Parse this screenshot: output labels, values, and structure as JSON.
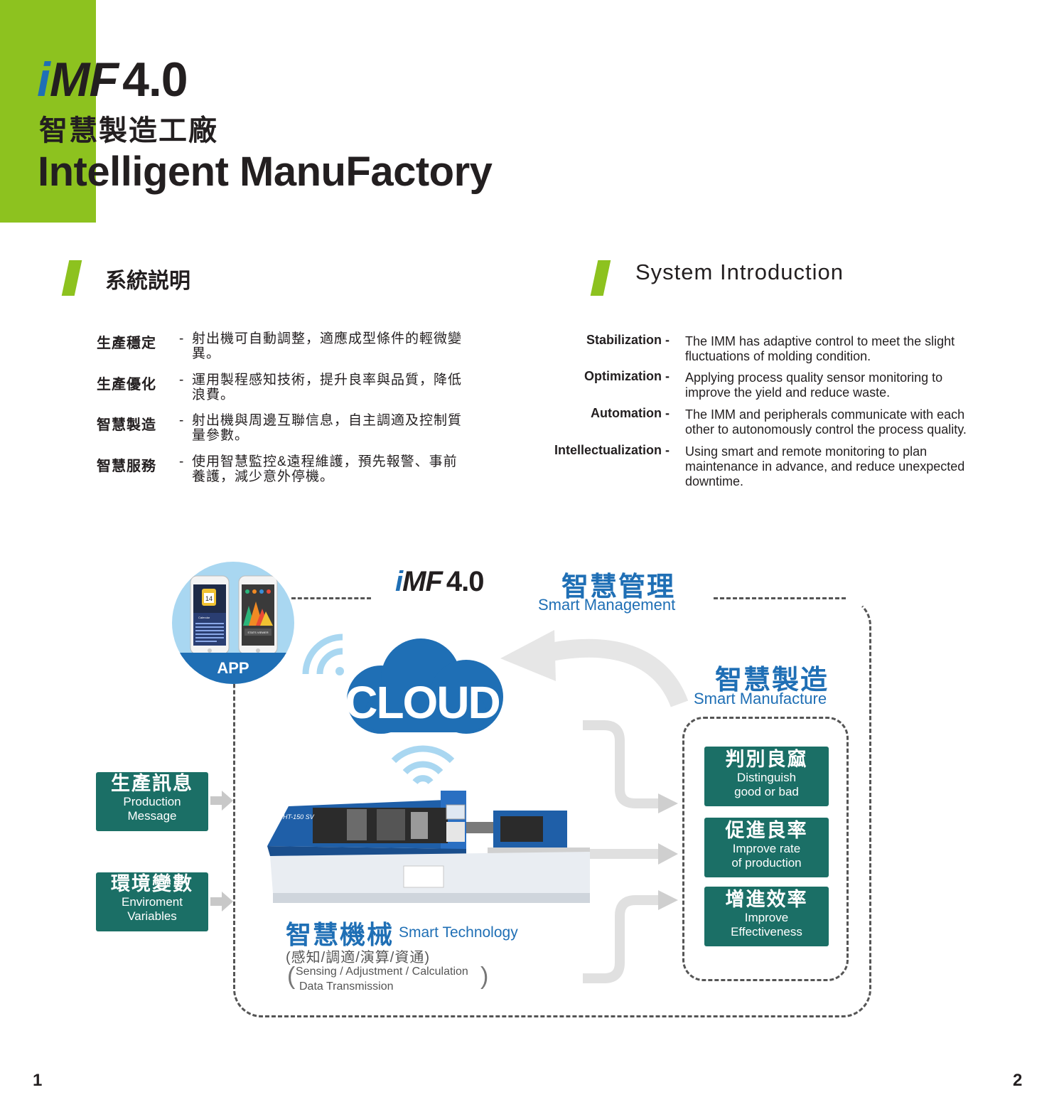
{
  "header": {
    "logo_i": "i",
    "logo_mf": "MF",
    "logo_version": "4.0",
    "title_zh": "智慧製造工廠",
    "title_en": "Intelligent ManuFactory"
  },
  "sections": {
    "zh_heading": "系統説明",
    "en_heading": "System Introduction"
  },
  "zh_items": [
    {
      "term": "生產穩定",
      "dash": "-",
      "text": "射出機可自動調整，適應成型條件的輕微變異。"
    },
    {
      "term": "生產優化",
      "dash": "-",
      "text": "運用製程感知技術，提升良率與品質，降低浪費。"
    },
    {
      "term": "智慧製造",
      "dash": "-",
      "text": "射出機與周邊互聯信息，自主調適及控制質量參數。"
    },
    {
      "term": "智慧服務",
      "dash": "-",
      "text": "使用智慧監控&遠程維護，預先報警、事前養護，減少意外停機。"
    }
  ],
  "en_items": [
    {
      "term": "Stabilization -",
      "text": "The IMM has adaptive control to meet the slight fluctuations of molding condition."
    },
    {
      "term": "Optimization -",
      "text": "Applying process quality sensor monitoring to improve the yield and reduce waste."
    },
    {
      "term": "Automation -",
      "text": "The IMM and peripherals communicate with each other to autonomously control the process quality."
    },
    {
      "term": "Intellectualization -",
      "text": "Using smart and remote monitoring to plan maintenance in advance, and reduce unexpected downtime."
    }
  ],
  "diagram": {
    "app_label": "APP",
    "phone_calendar_day": "14",
    "phone_calendar_label": "Calendar",
    "phone_stats_label": "STATS VIEWER",
    "imf_i": "i",
    "imf_mf": "MF",
    "imf_version": "4.0",
    "management_zh": "智慧管理",
    "management_en": "Smart Management",
    "cloud_label": "CLOUD",
    "manufacture_zh": "智慧製造",
    "manufacture_en": "Smart Manufacture",
    "machine_model": "HT-150 SV",
    "inputs": [
      {
        "zh": "生產訊息",
        "en_1": "Production",
        "en_2": "Message"
      },
      {
        "zh": "環境變數",
        "en_1": "Enviroment",
        "en_2": "Variables"
      }
    ],
    "outputs": [
      {
        "zh": "判別良窳",
        "en_1": "Distinguish",
        "en_2": "good or bad"
      },
      {
        "zh": "促進良率",
        "en_1": "Improve rate",
        "en_2": "of production"
      },
      {
        "zh": "增進效率",
        "en_1": "Improve",
        "en_2": "Effectiveness"
      }
    ],
    "technology_zh": "智慧機械",
    "technology_en": "Smart Technology",
    "technology_zh_sub": "(感知/調適/演算/資通)",
    "technology_en_sub_1": "Sensing / Adjustment / Calculation",
    "technology_en_sub_2": "Data Transmission",
    "paren_open": "(",
    "paren_close": ")"
  },
  "footer": {
    "page_left": "1",
    "page_right": "2"
  },
  "colors": {
    "green": "#8dc21f",
    "blue": "#1f6fb5",
    "teal": "#1b6f66",
    "text": "#231f20"
  }
}
